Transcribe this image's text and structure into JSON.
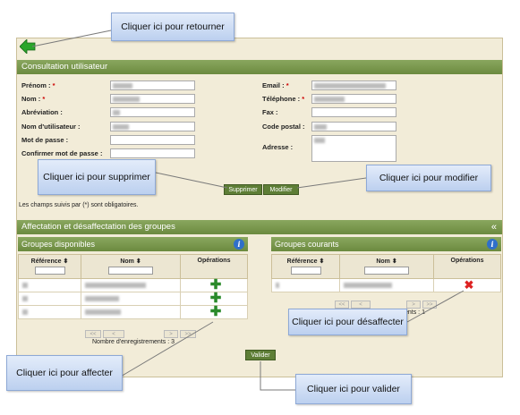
{
  "consultation": {
    "title": "Consultation utilisateur",
    "labels": {
      "prenom": "Prénom :",
      "nom": "Nom :",
      "abreviation": "Abréviation :",
      "nom_utilisateur": "Nom d'utilisateur :",
      "mot_de_passe": "Mot de passe :",
      "confirmer": "Confirmer mot de passe :",
      "email": "Email :",
      "telephone": "Téléphone :",
      "fax": "Fax :",
      "code_postal": "Code postal :",
      "adresse": "Adresse :"
    },
    "required_mark": "*",
    "buttons": {
      "supprimer": "Supprimer",
      "modifier": "Modifier"
    },
    "mandatory_note": "Les champs suivis par (*) sont obligatoires."
  },
  "affectation": {
    "title": "Affectation et désaffectation des groupes",
    "collapse_symbol": "«",
    "disponibles": {
      "title": "Groupes disponibles",
      "columns": [
        "Référence ⬍",
        "Nom ⬍",
        "Opérations"
      ],
      "row_count": 3,
      "count_text": "Nombre d'enregistrements : 3"
    },
    "courants": {
      "title": "Groupes courants",
      "columns": [
        "Référence ⬍",
        "Nom ⬍",
        "Opérations"
      ],
      "row_count": 1,
      "count_text_partial": "ents : 1"
    },
    "pager": [
      "<<",
      "<",
      ">",
      ">>"
    ],
    "valider": "Valider"
  },
  "callouts": {
    "retourner": "Cliquer ici pour retourner",
    "supprimer": "Cliquer  ici pour supprimer",
    "modifier": "Cliquer ici pour modifier",
    "desaffecter": "Cliquer  ici pour désaffecter",
    "affecter": "Cliquer  ici pour affecter",
    "valider": "Cliquer  ici pour valider"
  },
  "icons": {
    "back": "green-left-arrow",
    "info": "info-icon",
    "add": "plus-icon",
    "remove": "cross-icon"
  },
  "colors": {
    "header_green": "#6b8a3f",
    "panel_bg": "#f2ecd8",
    "callout_blue": "#bcd0ef",
    "add_green": "#2a8a2a",
    "remove_red": "#dd2222"
  }
}
